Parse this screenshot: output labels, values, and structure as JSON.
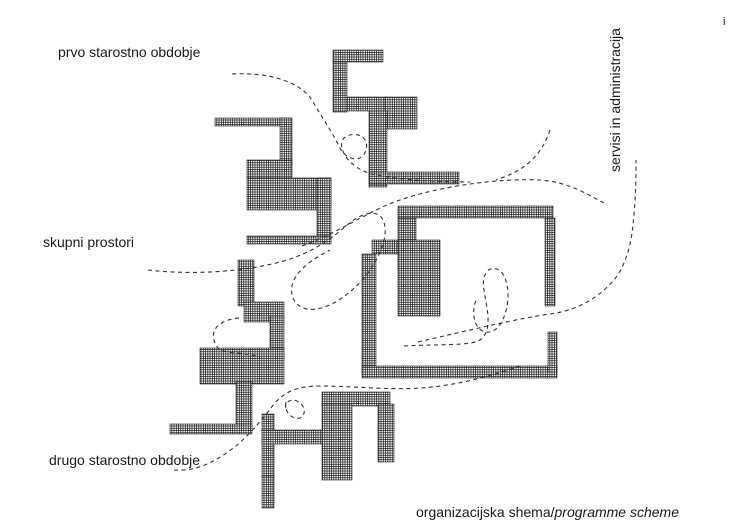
{
  "labels": {
    "first_age_group": "prvo starostno obdobje",
    "shared_spaces": "skupni prostori",
    "second_age_group": "drugo starostno obdobje",
    "services_admin": "servisi in administracija",
    "corner_mark": "i"
  },
  "caption": {
    "main": "organizacijska shema/",
    "italic": "programme scheme"
  },
  "colors": {
    "ink": "#1a1a1a",
    "background": "#ffffff"
  }
}
